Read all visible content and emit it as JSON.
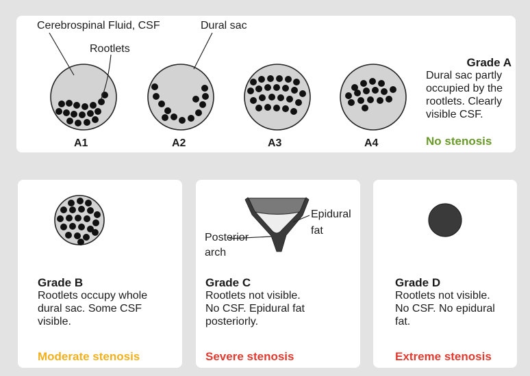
{
  "top": {
    "labels": {
      "csf": "Cerebrospinal Fluid, CSF",
      "rootlets": "Rootlets",
      "dural_sac": "Dural sac"
    },
    "circle_labels": [
      "A1",
      "A2",
      "A3",
      "A4"
    ],
    "grade_a": {
      "title": "Grade A",
      "desc": [
        "Dural sac partly",
        "occupied by the",
        "rootlets. Clearly",
        "visible CSF."
      ],
      "status": "No stenosis",
      "status_color": "#6a9a2a"
    }
  },
  "grade_b": {
    "title": "Grade B",
    "desc": [
      "Rootlets occupy whole",
      "dural sac. Some CSF",
      "visible."
    ],
    "status": "Moderate stenosis",
    "status_color": "#f2b01e"
  },
  "grade_c": {
    "labels": {
      "epidural": "Epidural",
      "fat": "fat",
      "posterior": "Posterior",
      "arch": "arch"
    },
    "title": "Grade C",
    "desc": [
      "Rootlets not visible.",
      "No CSF. Epidural fat",
      "posteriorly."
    ],
    "status": "Severe stenosis",
    "status_color": "#e23a2e"
  },
  "grade_d": {
    "title": "Grade D",
    "desc": [
      "Rootlets not visible.",
      "No CSF. No epidural",
      "fat."
    ],
    "status": "Extreme stenosis",
    "status_color": "#e23a2e"
  }
}
